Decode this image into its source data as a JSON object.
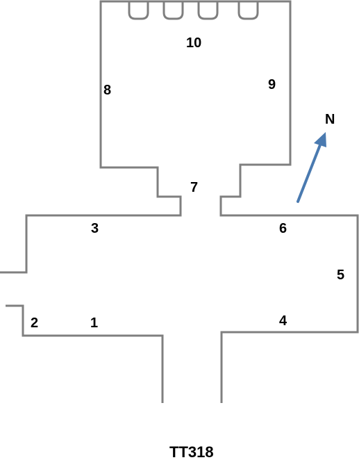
{
  "plan": {
    "title": "TT318",
    "compass": {
      "label": "N",
      "icon": "north-arrow-icon",
      "color": "#4a7ab0"
    },
    "wall_color": "#7f7f7f",
    "labels": [
      "1",
      "2",
      "3",
      "4",
      "5",
      "6",
      "7",
      "8",
      "9",
      "10"
    ]
  }
}
